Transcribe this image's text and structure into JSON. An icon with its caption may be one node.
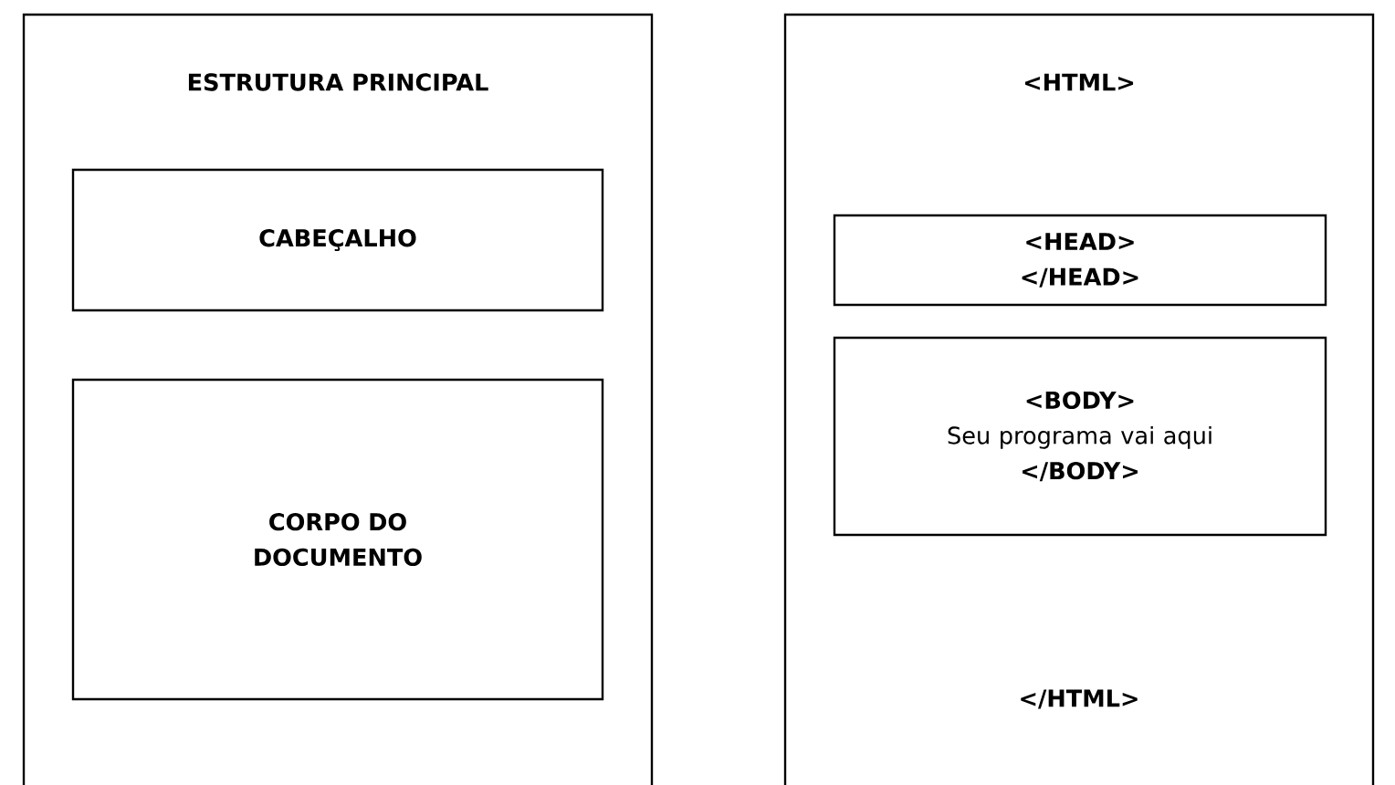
{
  "diagram": {
    "nodes": [
      {
        "text": [
          "ESTRUTURA PRINCIPAL"
        ]
      },
      {
        "text": [
          "CABEÇALHO"
        ],
        "in": 0
      },
      {
        "text": [
          "CORPO DO DOCUMENTO"
        ],
        "in": 0
      },
      {
        "text": [
          "<HTML>",
          "</HTML>"
        ]
      },
      {
        "text": [
          "<HEAD>",
          "</HEAD>"
        ],
        "in": 3
      },
      {
        "text": [
          "<BODY>",
          "Seu programa vai aqui",
          "</BODY>"
        ],
        "in": 3
      }
    ]
  }
}
